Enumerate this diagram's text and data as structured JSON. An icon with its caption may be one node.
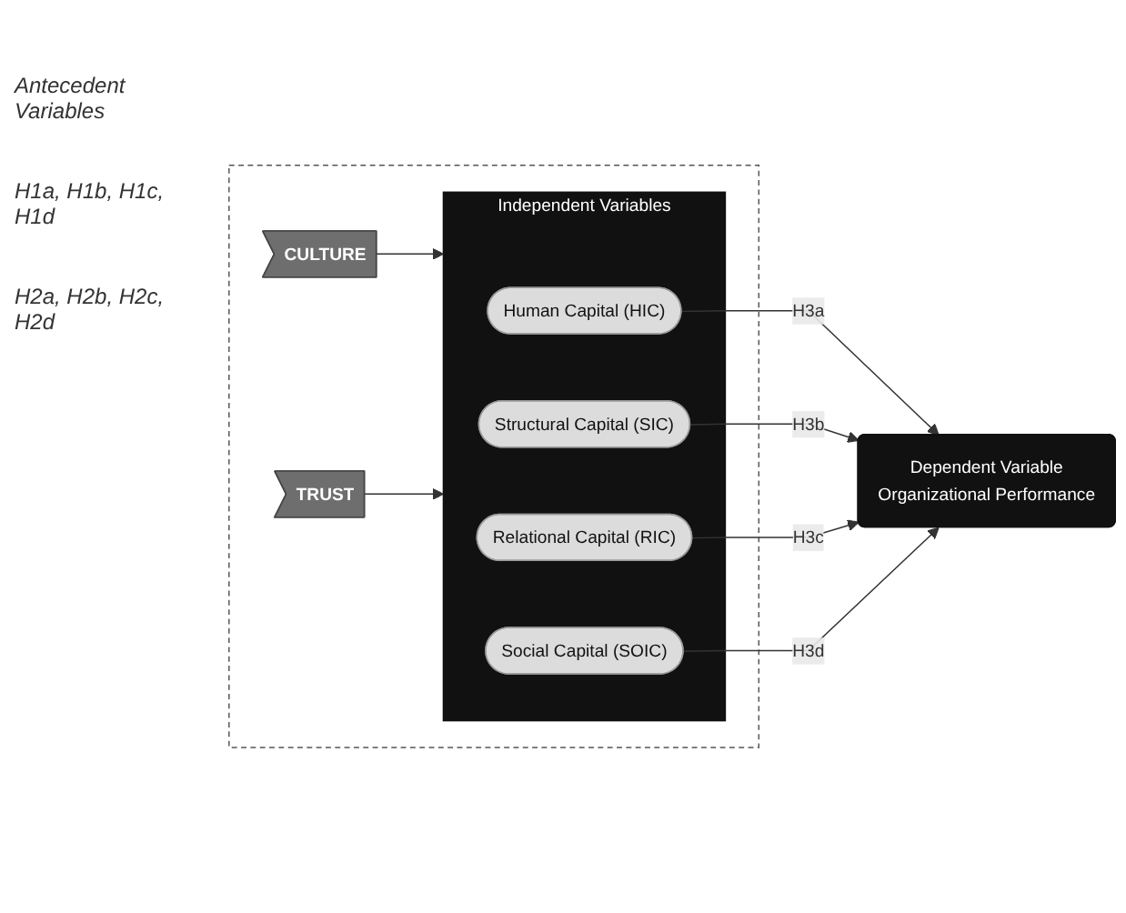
{
  "diagram": {
    "nodes": [
      {
        "text": [],
        "shape": "box"
      },
      {
        "text": [
          "CULTURE"
        ],
        "in": 0
      },
      {
        "text": [
          "TRUST"
        ],
        "in": 0
      },
      {
        "text": [
          "Independent Variables"
        ],
        "in": 0
      },
      {
        "text": [
          "Human Capital (HIC)"
        ],
        "in": 3
      },
      {
        "text": [
          "Structural Capital (SIC)"
        ],
        "in": 3
      },
      {
        "text": [
          "Relational Capital (RIC)"
        ],
        "in": 3
      },
      {
        "text": [
          "Social Capital (SOIC)"
        ],
        "in": 3
      },
      {
        "text": [
          "Dependent Variable",
          "Organizational Performance"
        ]
      }
    ],
    "edges": [
      {
        "from": 1,
        "to": 3,
        "arrow": "to"
      },
      {
        "from": 2,
        "to": 3,
        "arrow": "to"
      },
      {
        "from": 4,
        "to": 8,
        "arrow": "to",
        "label": "H3a"
      },
      {
        "from": 5,
        "to": 8,
        "arrow": "to",
        "label": "H3b"
      },
      {
        "from": 6,
        "to": 8,
        "arrow": "to",
        "label": "H3c"
      },
      {
        "from": 7,
        "to": 8,
        "arrow": "to",
        "label": "H3d"
      }
    ],
    "labels": [
      "Antecedent Variables",
      "H1a, H1b, H1c, H1d",
      "H2a, H2b, H2c, H2d"
    ]
  }
}
